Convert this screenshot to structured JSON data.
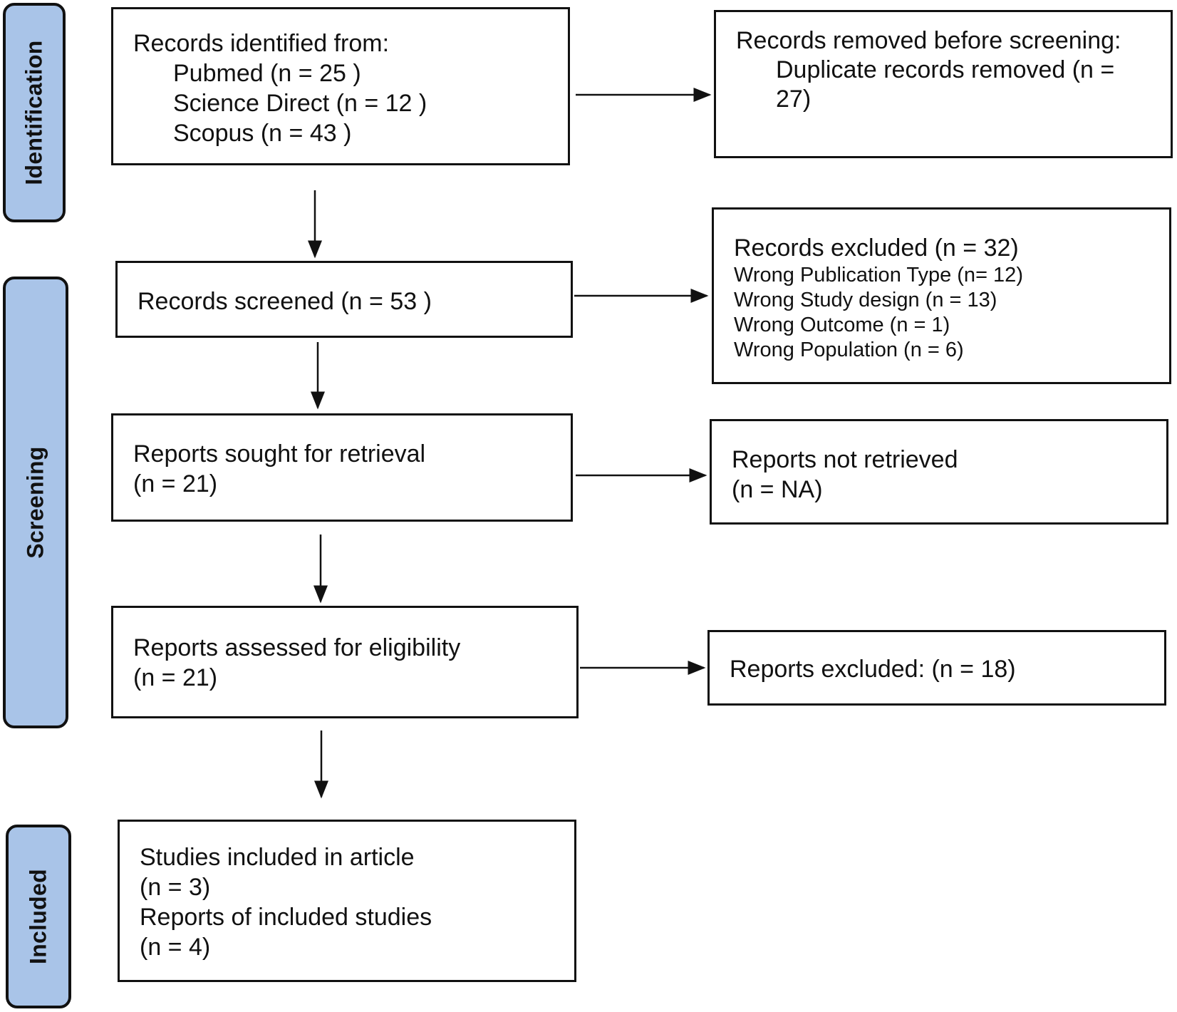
{
  "phases": {
    "identification": "Identification",
    "screening": "Screening",
    "included": "Included"
  },
  "records_identified": {
    "title": "Records identified from:",
    "sources": [
      "Pubmed (n = 25 )",
      "Science Direct (n = 12 )",
      "Scopus (n = 43 )"
    ]
  },
  "records_removed": {
    "title": "Records removed before screening:",
    "lines": [
      "Duplicate records removed  (n =",
      "27)"
    ]
  },
  "records_screened": {
    "text": "Records screened (n = 53 )"
  },
  "records_excluded": {
    "title": "Records excluded (n = 32)",
    "reasons": [
      "Wrong Publication Type (n= 12)",
      "Wrong Study design (n = 13)",
      "Wrong Outcome (n = 1)",
      "Wrong Population (n = 6)"
    ]
  },
  "reports_sought": {
    "lines": [
      "Reports sought for retrieval",
      "(n = 21)"
    ]
  },
  "reports_not_retrieved": {
    "lines": [
      "Reports not retrieved",
      "(n = NA)"
    ]
  },
  "reports_assessed": {
    "lines": [
      "Reports assessed for eligibility",
      "(n = 21)"
    ]
  },
  "reports_excluded": {
    "text": "Reports excluded: (n = 18)"
  },
  "studies_included": {
    "lines": [
      "Studies included in article",
      "(n = 3)",
      "Reports of included studies",
      "(n = 4)"
    ]
  }
}
